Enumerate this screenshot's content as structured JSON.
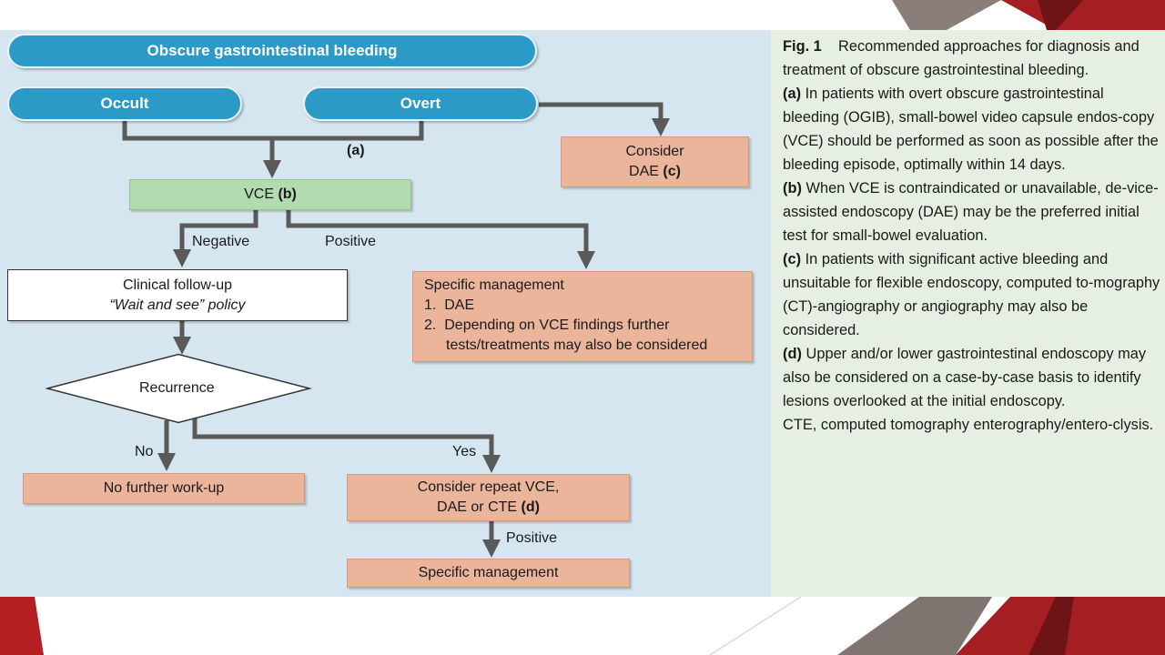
{
  "diagram": {
    "top_pill": "Obscure gastrointestinal bleeding",
    "occult": "Occult",
    "overt": "Overt",
    "label_a": "(a)",
    "consider_dae_line1": "Consider",
    "consider_dae_line2": "DAE",
    "consider_dae_ref": "(c)",
    "vce": "VCE",
    "vce_ref": "(b)",
    "negative": "Negative",
    "positive": "Positive",
    "followup_line1": "Clinical follow-up",
    "followup_line2": "“Wait and see” policy",
    "specific_title": "Specific management",
    "specific_items": [
      "1.  DAE",
      "2.  Depending on VCE findings further",
      "tests/treatments may also be considered"
    ],
    "recurrence": "Recurrence",
    "no": "No",
    "yes": "Yes",
    "no_further": "No further work-up",
    "repeat_line1": "Consider repeat VCE,",
    "repeat_line2": "DAE or CTE",
    "repeat_ref": "(d)",
    "positive2": "Positive",
    "specific_management2": "Specific management"
  },
  "caption": {
    "fig": "Fig. 1",
    "intro": "Recommended approaches for diagnosis and treatment of obscure gastrointestinal bleeding.",
    "a_key": "(a)",
    "a_text": "In patients with overt obscure gastrointestinal bleeding (OGIB), small-bowel video capsule endos-copy (VCE) should be performed as soon as possible after the bleeding episode, optimally within 14 days.",
    "b_key": "(b)",
    "b_text": "When VCE is contraindicated or unavailable, de-vice-assisted endoscopy (DAE) may be the preferred initial test for small-bowel evaluation.",
    "c_key": "(c)",
    "c_text": "In patients with significant active bleeding and unsuitable for flexible endoscopy, computed to-mography (CT)-angiography or angiography may also be considered.",
    "d_key": "(d)",
    "d_text": "Upper and/or lower gastrointestinal endoscopy may also be considered on a case-by-case basis to identify lesions overlooked at the initial endoscopy.",
    "cte": "CTE, computed tomography enterography/entero-clysis."
  },
  "colors": {
    "pill": "#2b9ac7",
    "salmon": "#eab59b",
    "green": "#b2dbb0",
    "connector": "#5a5a5a",
    "accent_red": "#b41f23"
  }
}
